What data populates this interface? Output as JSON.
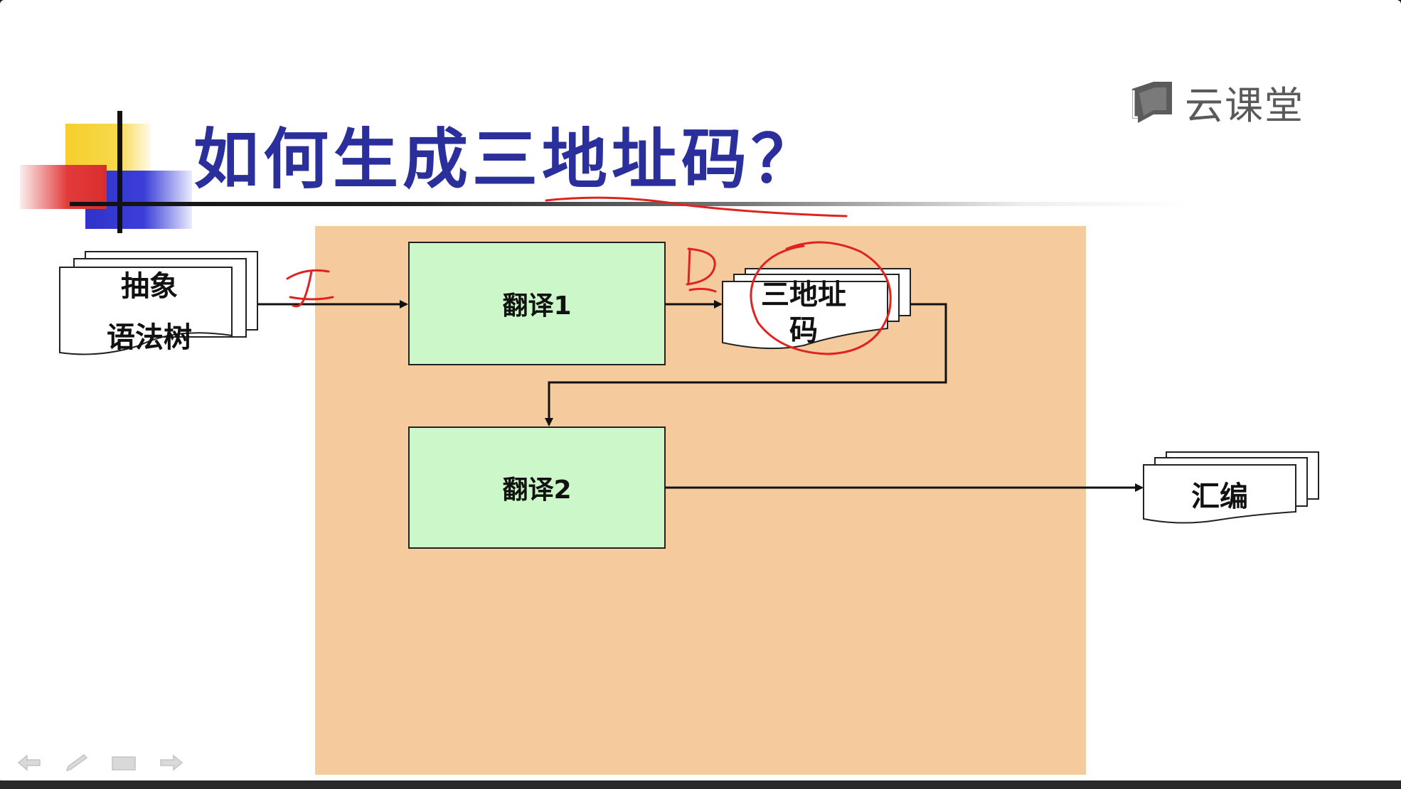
{
  "slide": {
    "title": "如何生成三地址码？",
    "logo_text": "云课堂"
  },
  "diagram": {
    "input_doc": {
      "line1": "抽象",
      "line2": "语法树"
    },
    "box1": "翻译1",
    "box2": "翻译2",
    "middle_doc": {
      "line1": "三地址",
      "line2": "码"
    },
    "output_doc": "汇编",
    "annotation_left": "I",
    "annotation_right": "D"
  },
  "nav": {
    "prev_icon": "arrow-left-icon",
    "pen_icon": "pen-icon",
    "screen_icon": "screen-icon",
    "next_icon": "arrow-right-icon"
  },
  "colors": {
    "title": "#2b2f9c",
    "box_fill": "#ccf7c8",
    "region_fill": "#f5cb9e",
    "ink": "#e0231f"
  }
}
